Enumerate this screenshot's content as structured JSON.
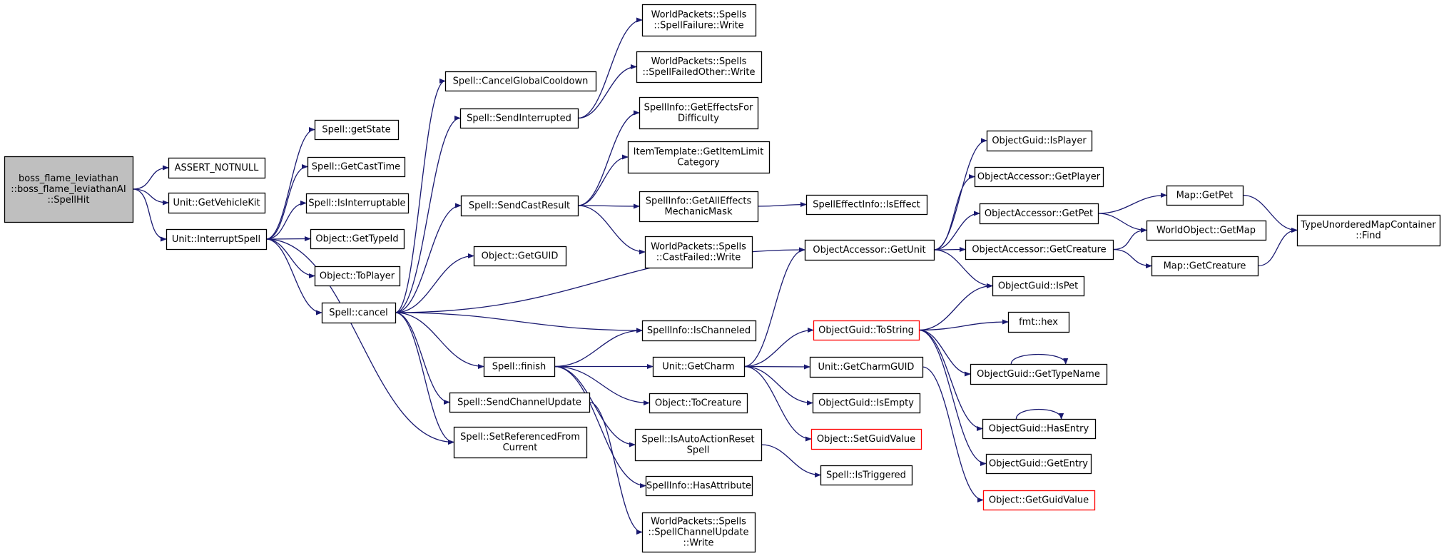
{
  "colors": {
    "edge": "#191970",
    "border": "#000000",
    "border_truncated": "#ff0000",
    "root_fill": "#bfbfbf",
    "node_fill": "#ffffff"
  },
  "nodes": [
    {
      "id": "root",
      "lines": [
        "boss_flame_leviathan",
        "::boss_flame_leviathanAI",
        "::SpellHit"
      ],
      "root": true
    },
    {
      "id": "assert",
      "lines": [
        "ASSERT_NOTNULL"
      ]
    },
    {
      "id": "vehkit",
      "lines": [
        "Unit::GetVehicleKit"
      ]
    },
    {
      "id": "intspell",
      "lines": [
        "Unit::InterruptSpell"
      ]
    },
    {
      "id": "getstate",
      "lines": [
        "Spell::getState"
      ]
    },
    {
      "id": "casttime",
      "lines": [
        "Spell::GetCastTime"
      ]
    },
    {
      "id": "isinterr",
      "lines": [
        "Spell::IsInterruptable"
      ]
    },
    {
      "id": "typeid",
      "lines": [
        "Object::GetTypeId"
      ]
    },
    {
      "id": "toplayer",
      "lines": [
        "Object::ToPlayer"
      ]
    },
    {
      "id": "cancel",
      "lines": [
        "Spell::cancel"
      ]
    },
    {
      "id": "setref",
      "lines": [
        "Spell::SetReferencedFrom",
        "Current"
      ]
    },
    {
      "id": "cgcd",
      "lines": [
        "Spell::CancelGlobalCooldown"
      ]
    },
    {
      "id": "sendint",
      "lines": [
        "Spell::SendInterrupted"
      ]
    },
    {
      "id": "sendcast",
      "lines": [
        "Spell::SendCastResult"
      ]
    },
    {
      "id": "getguid",
      "lines": [
        "Object::GetGUID"
      ]
    },
    {
      "id": "finish",
      "lines": [
        "Spell::finish"
      ]
    },
    {
      "id": "sendchan",
      "lines": [
        "Spell::SendChannelUpdate"
      ]
    },
    {
      "id": "wpfail",
      "lines": [
        "WorldPackets::Spells",
        "::SpellFailure::Write"
      ]
    },
    {
      "id": "wpfailo",
      "lines": [
        "WorldPackets::Spells",
        "::SpellFailedOther::Write"
      ]
    },
    {
      "id": "geteff",
      "lines": [
        "SpellInfo::GetEffectsFor",
        "Difficulty"
      ]
    },
    {
      "id": "itemlim",
      "lines": [
        "ItemTemplate::GetItemLimit",
        "Category"
      ]
    },
    {
      "id": "alleff",
      "lines": [
        "SpellInfo::GetAllEffects",
        "MechanicMask"
      ]
    },
    {
      "id": "wpcastf",
      "lines": [
        "WorldPackets::Spells",
        "::CastFailed::Write"
      ]
    },
    {
      "id": "ischan",
      "lines": [
        "SpellInfo::IsChanneled"
      ]
    },
    {
      "id": "getcharm",
      "lines": [
        "Unit::GetCharm"
      ]
    },
    {
      "id": "tocreat",
      "lines": [
        "Object::ToCreature"
      ]
    },
    {
      "id": "isauto",
      "lines": [
        "Spell::IsAutoActionReset",
        "Spell"
      ]
    },
    {
      "id": "hasattr",
      "lines": [
        "SpellInfo::HasAttribute"
      ]
    },
    {
      "id": "wpchanu",
      "lines": [
        "WorldPackets::Spells",
        "::SpellChannelUpdate",
        "::Write"
      ]
    },
    {
      "id": "iseffect",
      "lines": [
        "SpellEffectInfo::IsEffect"
      ]
    },
    {
      "id": "getunit",
      "lines": [
        "ObjectAccessor::GetUnit"
      ]
    },
    {
      "id": "tostring",
      "lines": [
        "ObjectGuid::ToString"
      ],
      "truncated": true
    },
    {
      "id": "charmguid",
      "lines": [
        "Unit::GetCharmGUID"
      ]
    },
    {
      "id": "isempty",
      "lines": [
        "ObjectGuid::IsEmpty"
      ]
    },
    {
      "id": "setguidv",
      "lines": [
        "Object::SetGuidValue"
      ],
      "truncated": true
    },
    {
      "id": "istrig",
      "lines": [
        "Spell::IsTriggered"
      ]
    },
    {
      "id": "isplayer",
      "lines": [
        "ObjectGuid::IsPlayer"
      ]
    },
    {
      "id": "oagetplayer",
      "lines": [
        "ObjectAccessor::GetPlayer"
      ]
    },
    {
      "id": "oagetpet",
      "lines": [
        "ObjectAccessor::GetPet"
      ]
    },
    {
      "id": "oagetcreat",
      "lines": [
        "ObjectAccessor::GetCreature"
      ]
    },
    {
      "id": "ispet",
      "lines": [
        "ObjectGuid::IsPet"
      ]
    },
    {
      "id": "fmthex",
      "lines": [
        "fmt::hex"
      ]
    },
    {
      "id": "typename",
      "lines": [
        "ObjectGuid::GetTypeName"
      ]
    },
    {
      "id": "hasentry",
      "lines": [
        "ObjectGuid::HasEntry"
      ]
    },
    {
      "id": "getentry",
      "lines": [
        "ObjectGuid::GetEntry"
      ]
    },
    {
      "id": "getguidv",
      "lines": [
        "Object::GetGuidValue"
      ],
      "truncated": true
    },
    {
      "id": "mapgetpet",
      "lines": [
        "Map::GetPet"
      ]
    },
    {
      "id": "wogetmap",
      "lines": [
        "WorldObject::GetMap"
      ]
    },
    {
      "id": "mapgetcreat",
      "lines": [
        "Map::GetCreature"
      ]
    },
    {
      "id": "tumfind",
      "lines": [
        "TypeUnorderedMapContainer",
        "::Find"
      ]
    }
  ],
  "edges": [
    [
      "root",
      "assert"
    ],
    [
      "root",
      "vehkit"
    ],
    [
      "root",
      "intspell"
    ],
    [
      "intspell",
      "getstate"
    ],
    [
      "intspell",
      "casttime"
    ],
    [
      "intspell",
      "isinterr"
    ],
    [
      "intspell",
      "typeid"
    ],
    [
      "intspell",
      "toplayer"
    ],
    [
      "intspell",
      "cancel"
    ],
    [
      "intspell",
      "setref"
    ],
    [
      "cancel",
      "cgcd"
    ],
    [
      "cancel",
      "sendint"
    ],
    [
      "cancel",
      "sendcast"
    ],
    [
      "cancel",
      "getguid"
    ],
    [
      "cancel",
      "getunit"
    ],
    [
      "cancel",
      "ischan"
    ],
    [
      "cancel",
      "finish"
    ],
    [
      "cancel",
      "sendchan"
    ],
    [
      "cancel",
      "setref"
    ],
    [
      "sendint",
      "wpfail"
    ],
    [
      "sendint",
      "wpfailo"
    ],
    [
      "sendcast",
      "geteff"
    ],
    [
      "sendcast",
      "itemlim"
    ],
    [
      "sendcast",
      "alleff"
    ],
    [
      "sendcast",
      "wpcastf"
    ],
    [
      "alleff",
      "iseffect"
    ],
    [
      "finish",
      "ischan"
    ],
    [
      "finish",
      "getcharm"
    ],
    [
      "finish",
      "tocreat"
    ],
    [
      "finish",
      "isauto"
    ],
    [
      "finish",
      "hasattr"
    ],
    [
      "sendchan",
      "wpchanu"
    ],
    [
      "isauto",
      "istrig"
    ],
    [
      "getcharm",
      "getunit"
    ],
    [
      "getcharm",
      "tostring"
    ],
    [
      "getcharm",
      "charmguid"
    ],
    [
      "getcharm",
      "isempty"
    ],
    [
      "getcharm",
      "setguidv"
    ],
    [
      "getunit",
      "isplayer"
    ],
    [
      "getunit",
      "oagetplayer"
    ],
    [
      "getunit",
      "oagetpet"
    ],
    [
      "getunit",
      "oagetcreat"
    ],
    [
      "getunit",
      "ispet"
    ],
    [
      "oagetpet",
      "mapgetpet"
    ],
    [
      "oagetpet",
      "wogetmap"
    ],
    [
      "oagetcreat",
      "wogetmap"
    ],
    [
      "oagetcreat",
      "mapgetcreat"
    ],
    [
      "mapgetpet",
      "tumfind"
    ],
    [
      "mapgetcreat",
      "tumfind"
    ],
    [
      "tostring",
      "ispet"
    ],
    [
      "tostring",
      "fmthex"
    ],
    [
      "tostring",
      "typename"
    ],
    [
      "tostring",
      "hasentry"
    ],
    [
      "tostring",
      "getentry"
    ],
    [
      "charmguid",
      "getguidv"
    ],
    [
      "typename",
      "typename"
    ],
    [
      "hasentry",
      "hasentry"
    ]
  ]
}
